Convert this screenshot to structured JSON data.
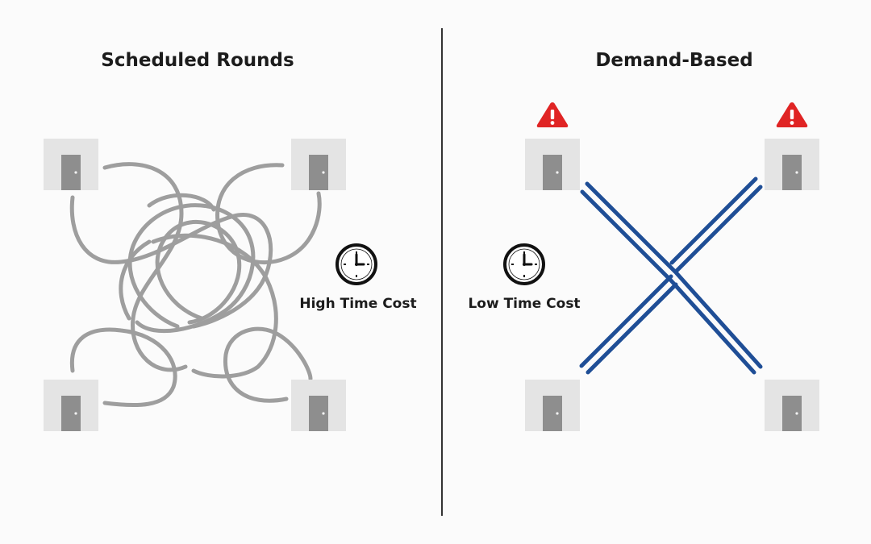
{
  "left_panel": {
    "title": "Scheduled Rounds",
    "cost_label": "High Time Cost",
    "route_color": "#9e9e9e",
    "icons": [
      "door-icon",
      "door-icon",
      "door-icon",
      "door-icon",
      "clock-icon"
    ]
  },
  "right_panel": {
    "title": "Demand-Based",
    "cost_label": "Low Time Cost",
    "route_color": "#1f4e96",
    "alert_color": "#e02424",
    "icons": [
      "door-icon",
      "door-icon",
      "door-icon",
      "door-icon",
      "alert-icon",
      "alert-icon",
      "clock-icon"
    ]
  },
  "colors": {
    "room_box": "#e4e4e4",
    "door": "#8e8e8e",
    "divider": "#333333"
  }
}
